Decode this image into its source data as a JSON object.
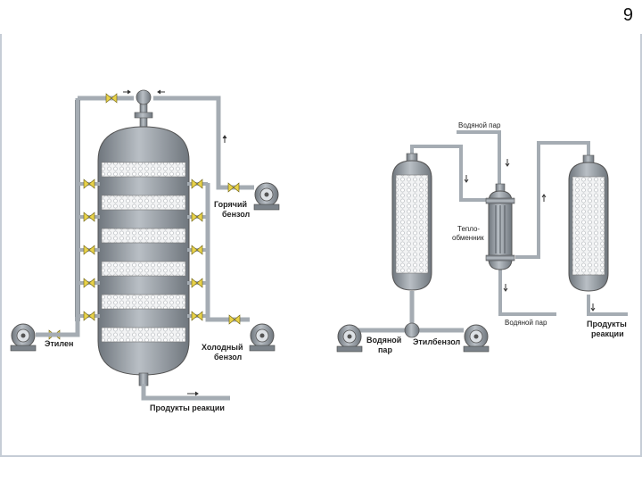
{
  "page_number": "9",
  "labels": {
    "hot_benzene_1": "Горячий",
    "hot_benzene_2": "бензол",
    "ethylene": "Этилен",
    "cold_benzene_1": "Холодный",
    "cold_benzene_2": "бензол",
    "products_left": "Продукты реакции",
    "steam_top": "Водяной пар",
    "heat_exchanger_1": "Тепло-",
    "heat_exchanger_2": "обменник",
    "steam_bottom": "Водяной пар",
    "steam_input_1": "Водяной",
    "steam_input_2": "пар",
    "ethylbenzene": "Этилбензол",
    "products_right_1": "Продукты",
    "products_right_2": "реакции"
  },
  "colors": {
    "vessel_fill": "#8e959c",
    "packing_fill": "#f4f5f6",
    "pipe": "#a5acb3",
    "pipe_edge": "#6e757c",
    "valve": "#e8d24a",
    "frame": "#c6cdd6"
  }
}
